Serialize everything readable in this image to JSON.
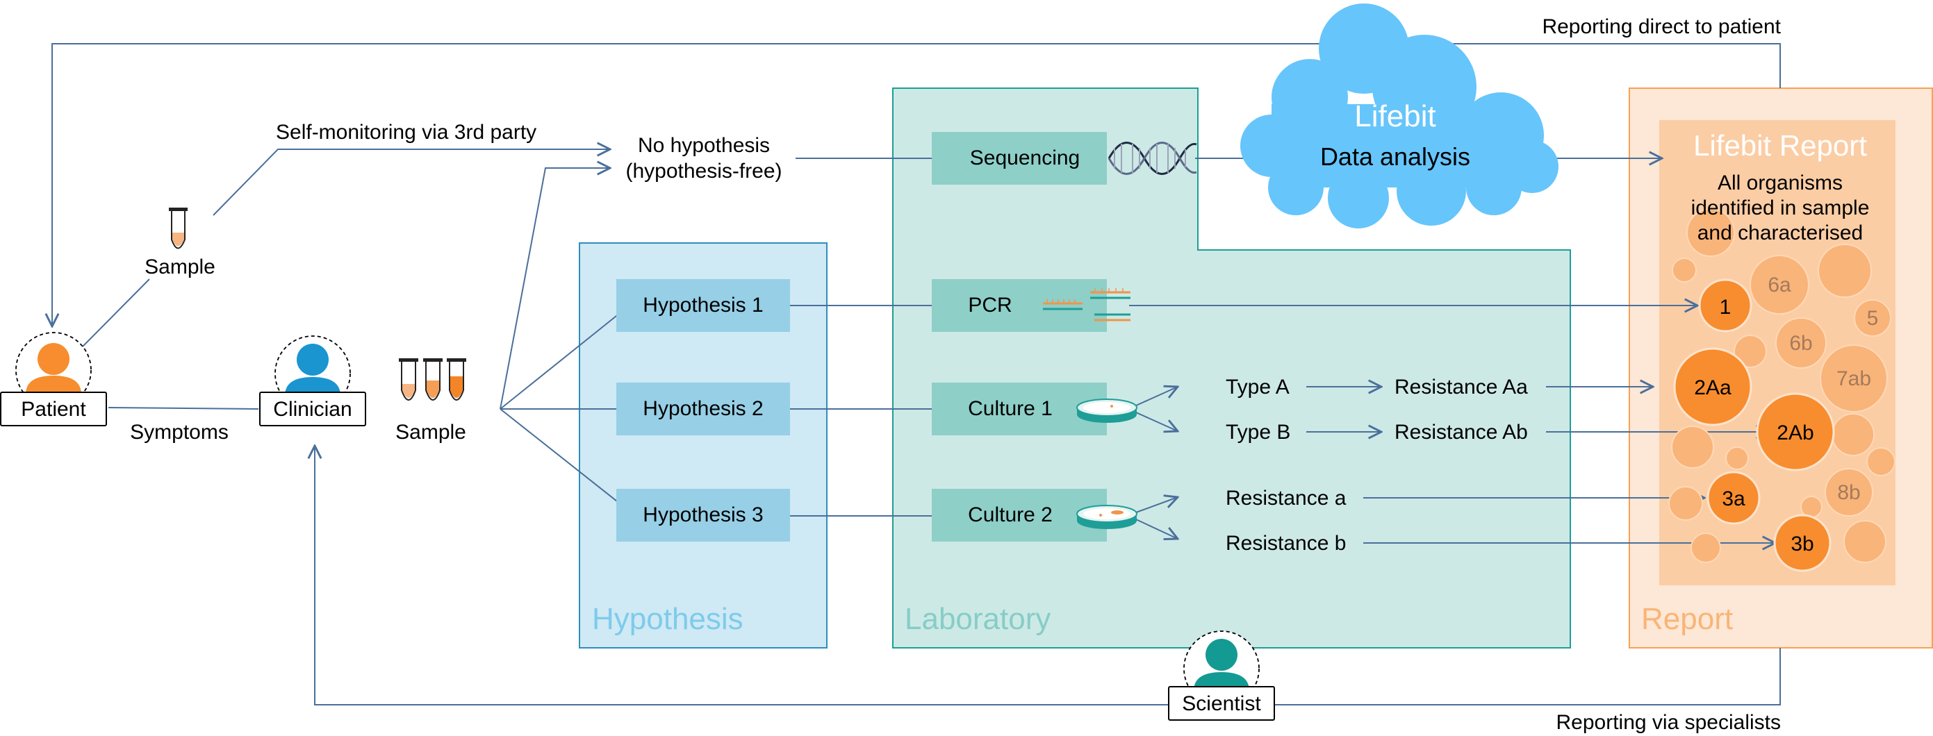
{
  "colors": {
    "orange": "#F78D2F",
    "orange_light": "#FBCDA5",
    "orange_panel": "#FDE7D6",
    "blue_panel": "#CFE9F5",
    "blue_box": "#96CFE6",
    "teal_panel": "#CDE9E6",
    "teal_box": "#8ECFC8",
    "cloud": "#66C5FB",
    "arrow": "#4A6F9A",
    "clinician_blue": "#1A95D0",
    "scientist_teal": "#139A93"
  },
  "people": {
    "patient": "Patient",
    "clinician": "Clinician",
    "scientist": "Scientist"
  },
  "labels": {
    "sample_left": "Sample",
    "sample_mid": "Sample",
    "symptoms": "Symptoms",
    "self_monitoring": "Self-monitoring via 3rd party",
    "no_hypothesis_1": "No hypothesis",
    "no_hypothesis_2": "(hypothesis-free)",
    "reporting_direct": "Reporting direct to patient",
    "reporting_specialists": "Reporting via specialists",
    "type_a": "Type A",
    "type_b": "Type B",
    "resistance_aa": "Resistance Aa",
    "resistance_ab": "Resistance Ab",
    "resistance_a": "Resistance a",
    "resistance_b": "Resistance b"
  },
  "hypotheses": [
    "Hypothesis 1",
    "Hypothesis 2",
    "Hypothesis 3"
  ],
  "lab_steps": {
    "sequencing": "Sequencing",
    "pcr": "PCR",
    "culture1": "Culture 1",
    "culture2": "Culture 2"
  },
  "panels": {
    "hypothesis": "Hypothesis",
    "laboratory": "Laboratory",
    "report": "Report"
  },
  "cloud": {
    "brand": "Lifebit",
    "subtitle": "Data analysis"
  },
  "report": {
    "title": "Lifebit Report",
    "desc_1": "All organisms",
    "desc_2": "identified in sample",
    "desc_3": "and characterised",
    "highlighted": [
      "1",
      "2Aa",
      "2Ab",
      "3a",
      "3b"
    ],
    "faded": [
      "6a",
      "5",
      "6b",
      "7ab",
      "8b"
    ]
  }
}
